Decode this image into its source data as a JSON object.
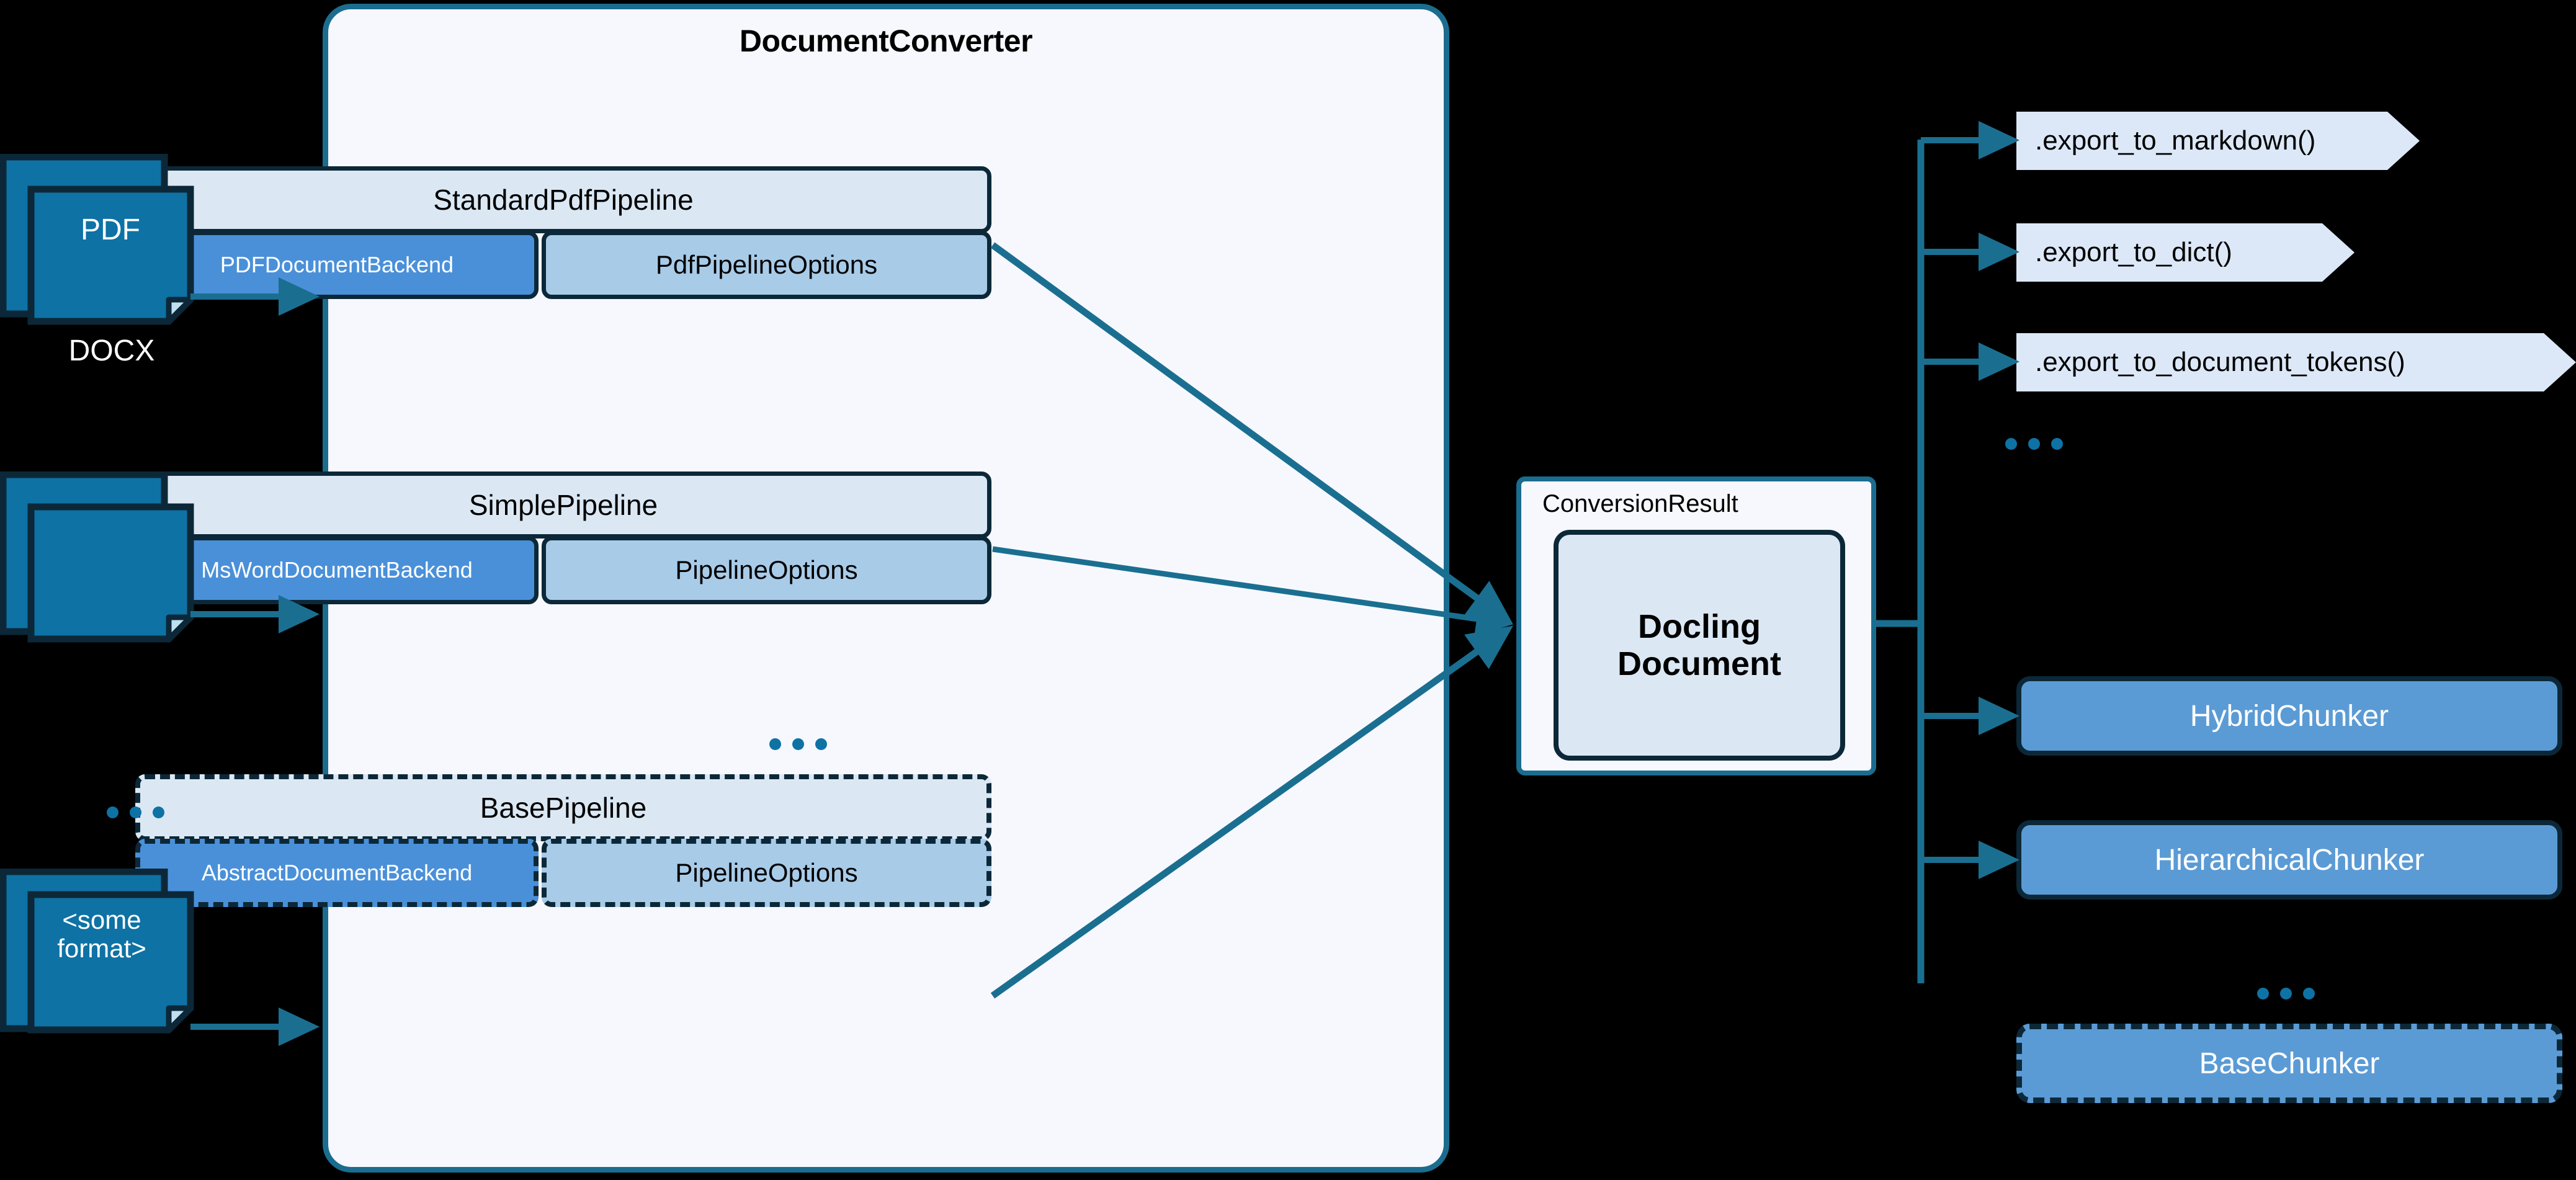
{
  "converter": {
    "title": "DocumentConverter",
    "pipelines": [
      {
        "id": "standard",
        "name": "StandardPdfPipeline",
        "backend": "PDFDocumentBackend",
        "options": "PdfPipelineOptions",
        "abstract": false
      },
      {
        "id": "simple",
        "name": "SimplePipeline",
        "backend": "MsWordDocumentBackend",
        "options": "PipelineOptions",
        "abstract": false
      },
      {
        "id": "base",
        "name": "BasePipeline",
        "backend": "AbstractDocumentBackend",
        "options": "PipelineOptions",
        "abstract": true
      }
    ],
    "more_pipelines_ellipsis": "..."
  },
  "inputs": [
    {
      "id": "pdf",
      "label": "PDF"
    },
    {
      "id": "docx",
      "label": "DOCX"
    },
    {
      "id": "someformat",
      "label": "<some\nformat>"
    }
  ],
  "inputs_ellipsis": "...",
  "result": {
    "wrapper_label": "ConversionResult",
    "document_label": "Docling\nDocument"
  },
  "exports": [
    {
      "id": "markdown",
      "label": ".export_to_markdown()"
    },
    {
      "id": "dict",
      "label": ".export_to_dict()"
    },
    {
      "id": "tokens",
      "label": ".export_to_document_tokens()"
    }
  ],
  "exports_ellipsis": "...",
  "chunkers": [
    {
      "id": "hybrid",
      "label": "HybridChunker",
      "abstract": false
    },
    {
      "id": "hierarchical",
      "label": "HierarchicalChunker",
      "abstract": false
    },
    {
      "id": "base",
      "label": "BaseChunker",
      "abstract": true
    }
  ],
  "chunkers_ellipsis": "...",
  "colors": {
    "background": "#000000",
    "panel_fill": "#f6f8fd",
    "panel_border": "#1a6d8f",
    "pipeline_header_fill": "#dbe8f4",
    "backend_fill": "#4a90d9",
    "options_fill": "#a8cbe8",
    "box_border": "#0c2838",
    "chunker_fill": "#5b9bd5",
    "export_fill": "#dce8f7",
    "doc_icon_fill": "#0e72a5",
    "connector": "#1a6f91",
    "dots": "#0e72a5"
  }
}
